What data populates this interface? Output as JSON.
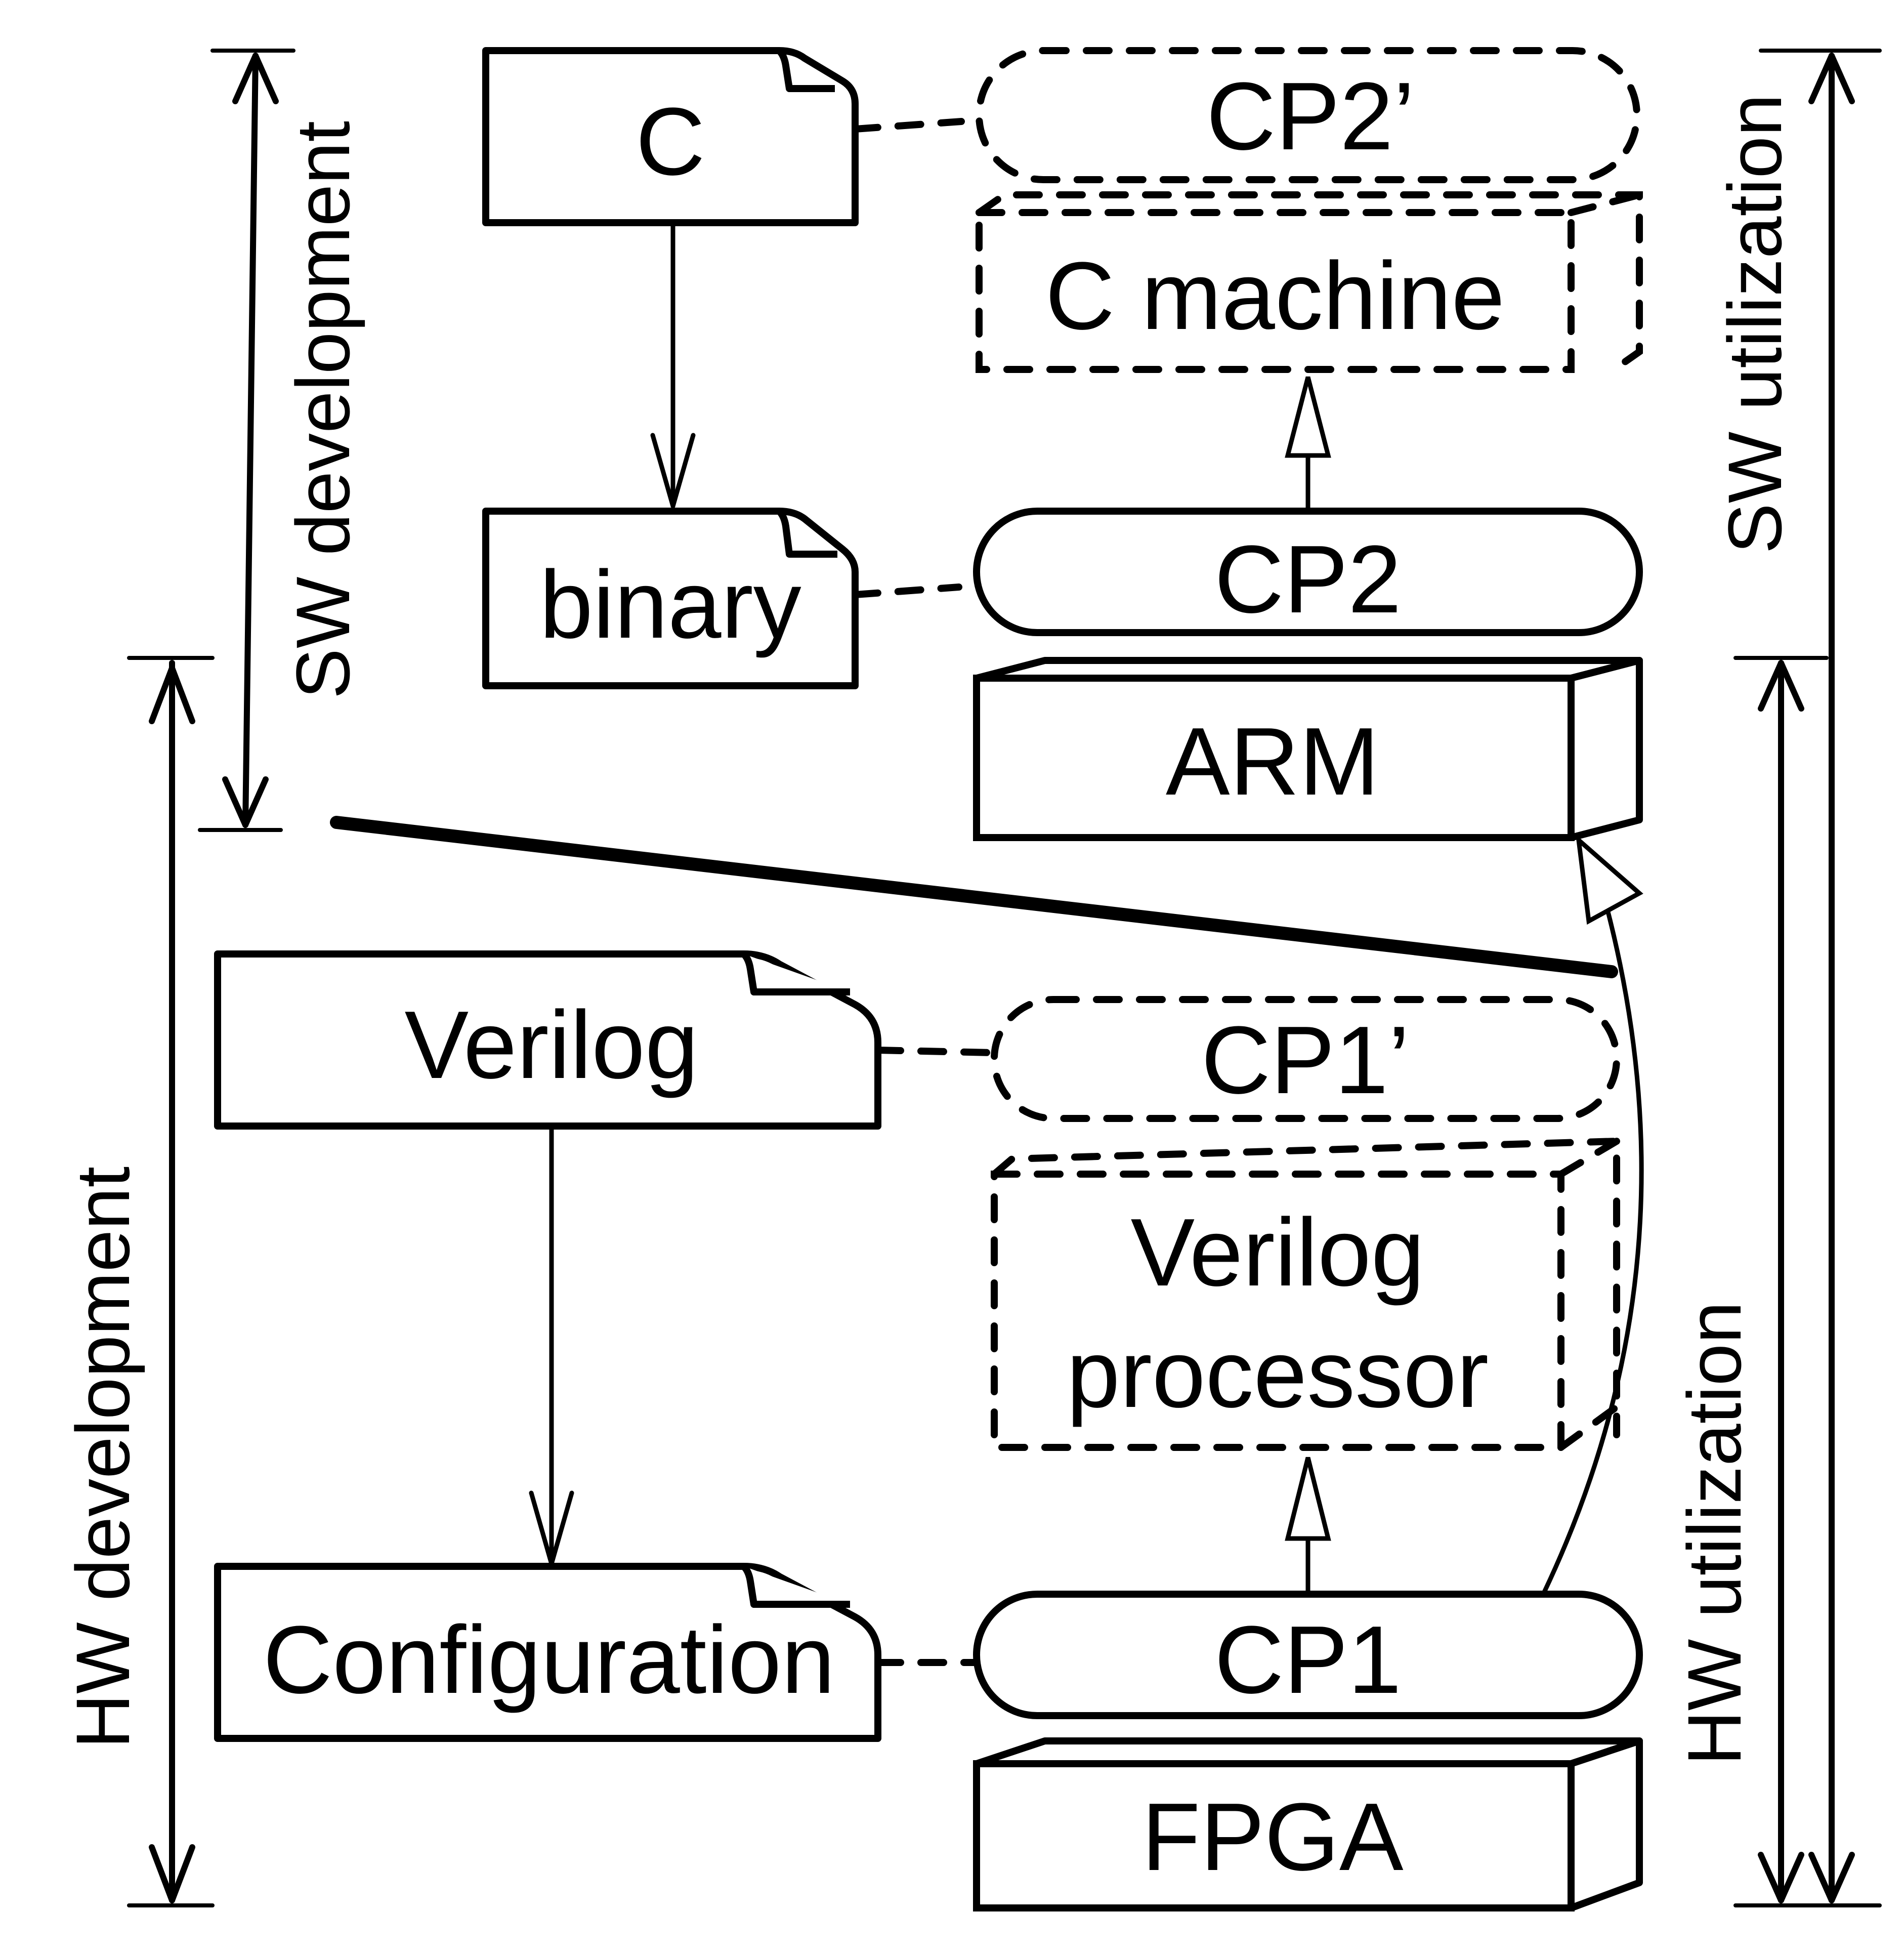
{
  "diagram": {
    "documents": {
      "c": "C",
      "binary": "binary",
      "verilog": "Verilog",
      "configuration": "Configuration"
    },
    "capsules": {
      "cp2_prime": "CP2’",
      "cp2": "CP2",
      "cp1_prime": "CP1’",
      "cp1": "CP1"
    },
    "machines": {
      "c_machine": "C machine",
      "verilog_processor_line1": "Verilog",
      "verilog_processor_line2": "processor"
    },
    "hardware": {
      "arm": "ARM",
      "fpga": "FPGA"
    },
    "spans": {
      "sw_development": "SW development",
      "hw_development": "HW development",
      "sw_utilization": "SW utilization",
      "hw_utilization": "HW utilization"
    },
    "colors": {
      "stroke": "#000000",
      "background": "#ffffff"
    }
  }
}
